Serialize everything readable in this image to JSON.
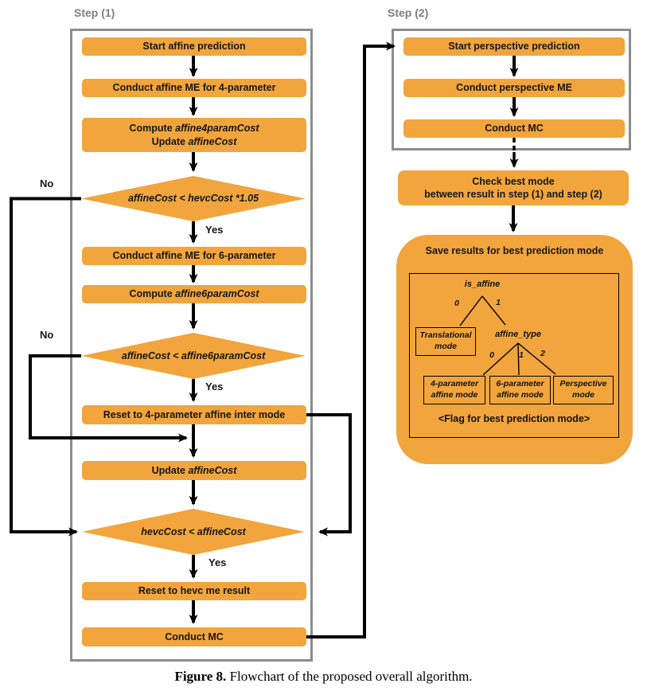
{
  "colors": {
    "box_orange": "#F1A53C",
    "border_gray": "#8C8C8C",
    "step_title_gray": "#7F7F7F",
    "line_black": "#000000",
    "text_dark": "#161616"
  },
  "labels": {
    "yes": "Yes",
    "no": "No"
  },
  "step1": {
    "title": "Step (1)",
    "start": "Start affine prediction",
    "me4": "Conduct affine ME for 4-parameter",
    "compute4": [
      "Compute ",
      "affine4paramCost"
    ],
    "update4": [
      "Update ",
      "affineCost"
    ],
    "d1": "affineCost < hevcCost *1.05",
    "me6": "Conduct affine ME for 6-parameter",
    "compute6": [
      "Compute ",
      "affine6paramCost"
    ],
    "d2": "affineCost < affine6paramCost",
    "reset4": "Reset to 4-parameter affine inter mode",
    "update": [
      "Update ",
      "affineCost"
    ],
    "d3": "hevcCost < affineCost",
    "reset_hevc": "Reset to hevc me result",
    "mc": "Conduct MC"
  },
  "step2": {
    "title": "Step (2)",
    "start": "Start perspective prediction",
    "me": "Conduct perspective ME",
    "mc": "Conduct MC"
  },
  "check": {
    "line1": "Check best mode",
    "line2": "between result in step (1) and step (2)"
  },
  "save": {
    "title": "Save results for best prediction mode",
    "root": "is_affine",
    "root_branches": [
      "0",
      "1"
    ],
    "left_leaf": [
      "Translational",
      "mode"
    ],
    "mid": "affine_type",
    "mid_branches": [
      "0",
      "1",
      "2"
    ],
    "leaves": [
      [
        "4-parameter",
        "affine mode"
      ],
      [
        "6-parameter",
        "affine mode"
      ],
      [
        "Perspective",
        "mode"
      ]
    ],
    "flag": "<Flag for best prediction mode>"
  },
  "caption": {
    "bold": "Figure 8.",
    "text": " Flowchart of the proposed overall algorithm."
  }
}
